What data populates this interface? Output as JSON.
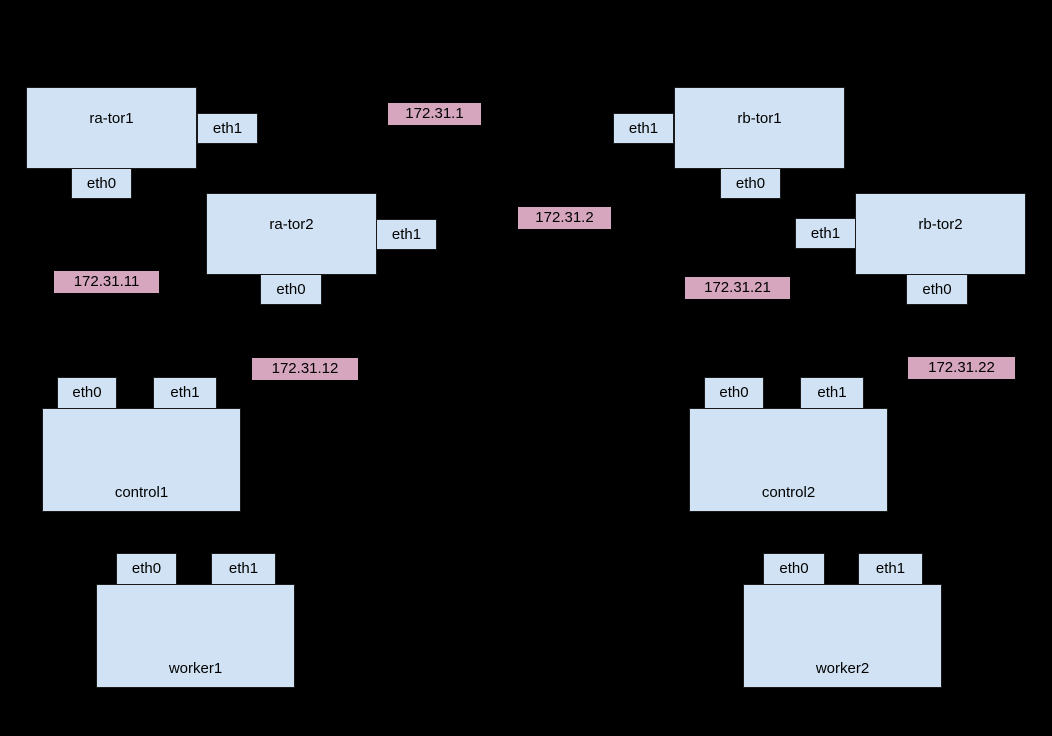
{
  "colors": {
    "background": "#000000",
    "node_fill": "#d0e2f3",
    "node_border": "#1a1a1a",
    "ip_fill": "#d5a6bd",
    "text": "#000000"
  },
  "nodes": {
    "ra_tor1": {
      "label": "ra-tor1",
      "eth0": "eth0",
      "eth1": "eth1"
    },
    "ra_tor2": {
      "label": "ra-tor2",
      "eth0": "eth0",
      "eth1": "eth1"
    },
    "rb_tor1": {
      "label": "rb-tor1",
      "eth0": "eth0",
      "eth1": "eth1"
    },
    "rb_tor2": {
      "label": "rb-tor2",
      "eth0": "eth0",
      "eth1": "eth1"
    },
    "control1": {
      "label": "control1",
      "eth0": "eth0",
      "eth1": "eth1"
    },
    "worker1": {
      "label": "worker1",
      "eth0": "eth0",
      "eth1": "eth1"
    },
    "control2": {
      "label": "control2",
      "eth0": "eth0",
      "eth1": "eth1"
    },
    "worker2": {
      "label": "worker2",
      "eth0": "eth0",
      "eth1": "eth1"
    }
  },
  "ip_labels": {
    "net1": "172.31.1",
    "net2": "172.31.2",
    "net11": "172.31.11",
    "net12": "172.31.12",
    "net21": "172.31.21",
    "net22": "172.31.22"
  }
}
